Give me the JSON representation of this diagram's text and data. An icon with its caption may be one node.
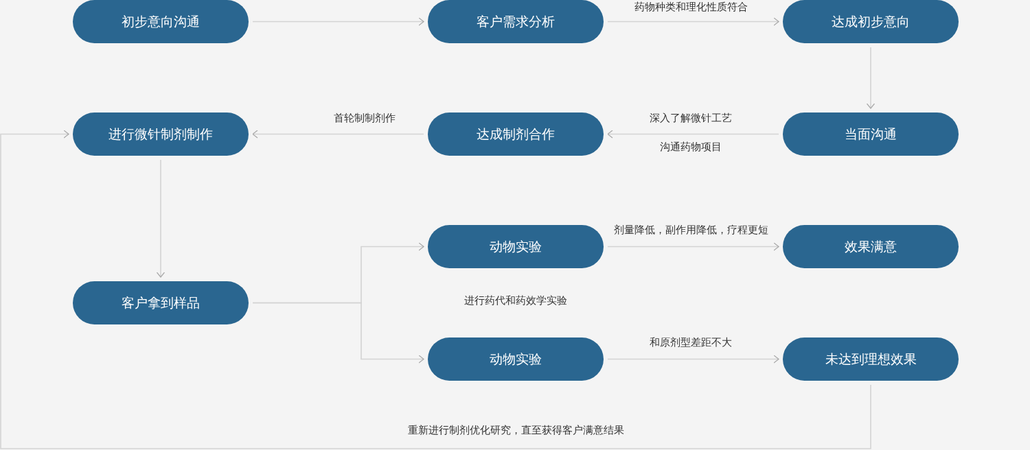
{
  "diagram": {
    "nodes": [
      {
        "text": [
          "初步意向沟通"
        ]
      },
      {
        "text": [
          "客户需求分析"
        ]
      },
      {
        "text": [
          "达成初步意向"
        ]
      },
      {
        "text": [
          "当面沟通"
        ]
      },
      {
        "text": [
          "达成制剂合作"
        ]
      },
      {
        "text": [
          "进行微针制剂制作"
        ]
      },
      {
        "text": [
          "客户拿到样品"
        ]
      },
      {
        "text": [
          "动物实验"
        ]
      },
      {
        "text": [
          "效果满意"
        ]
      },
      {
        "text": [
          "动物实验"
        ]
      },
      {
        "text": [
          "未达到理想效果"
        ]
      }
    ],
    "edges": [
      {
        "from": 0,
        "to": 1,
        "arrow": "to"
      },
      {
        "from": 1,
        "to": 2,
        "arrow": "to",
        "label": "药物种类和理化性质符合"
      },
      {
        "from": 2,
        "to": 3,
        "arrow": "to"
      },
      {
        "from": 3,
        "to": 4,
        "arrow": "to",
        "label": "深入了解微针工艺"
      },
      {
        "from": 4,
        "to": 5,
        "arrow": "to",
        "label": "首轮制制剂作"
      },
      {
        "from": 5,
        "to": 6,
        "arrow": "to"
      },
      {
        "from": 6,
        "to": 7,
        "arrow": "to"
      },
      {
        "from": 6,
        "to": 9,
        "arrow": "to"
      },
      {
        "from": 7,
        "to": 8,
        "arrow": "to",
        "label": "剂量降低，副作用降低，疗程更短"
      },
      {
        "from": 9,
        "to": 10,
        "arrow": "to",
        "label": "和原剂型差距不大"
      },
      {
        "from": 10,
        "to": 5,
        "arrow": "to",
        "label": "重新进行制剂优化研究，直至获得客户满意结果"
      }
    ],
    "labels": [
      "沟通药物项目",
      "进行药代和药效学实验"
    ]
  }
}
